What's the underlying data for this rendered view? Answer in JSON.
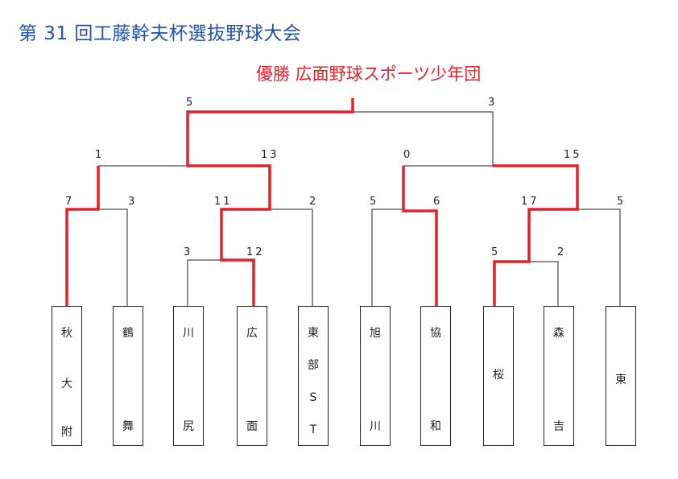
{
  "title": "第 31 回工藤幹夫杯選抜野球大会",
  "winner": "優勝  広面野球スポーツ少年団",
  "colors": {
    "title": "#2352a8",
    "win_line": "#e6202a",
    "line": "#222222"
  },
  "scores": {
    "final_left": "5",
    "final_right": "3",
    "semi1_left": "1",
    "semi1_right": "13",
    "semi2_left": "0",
    "semi2_right": "15",
    "q1_left": "7",
    "q1_right": "3",
    "q2_left": "11",
    "q2_right": "2",
    "q3_left": "5",
    "q3_right": "6",
    "q4_left": "17",
    "q4_right": "5",
    "r1a_left": "3",
    "r1a_right": "12",
    "r1b_left": "5",
    "r1b_right": "2"
  },
  "teams": [
    {
      "lines": [
        "秋",
        "大",
        "附"
      ]
    },
    {
      "lines": [
        "鶴",
        "舞"
      ]
    },
    {
      "lines": [
        "川",
        "尻"
      ]
    },
    {
      "lines": [
        "広",
        "面"
      ]
    },
    {
      "lines": [
        "東",
        "部",
        "S",
        "T"
      ]
    },
    {
      "lines": [
        "旭",
        "川"
      ]
    },
    {
      "lines": [
        "協",
        "和"
      ]
    },
    {
      "lines": [
        "桜"
      ]
    },
    {
      "lines": [
        "森",
        "吉"
      ]
    },
    {
      "lines": [
        "東"
      ]
    }
  ]
}
